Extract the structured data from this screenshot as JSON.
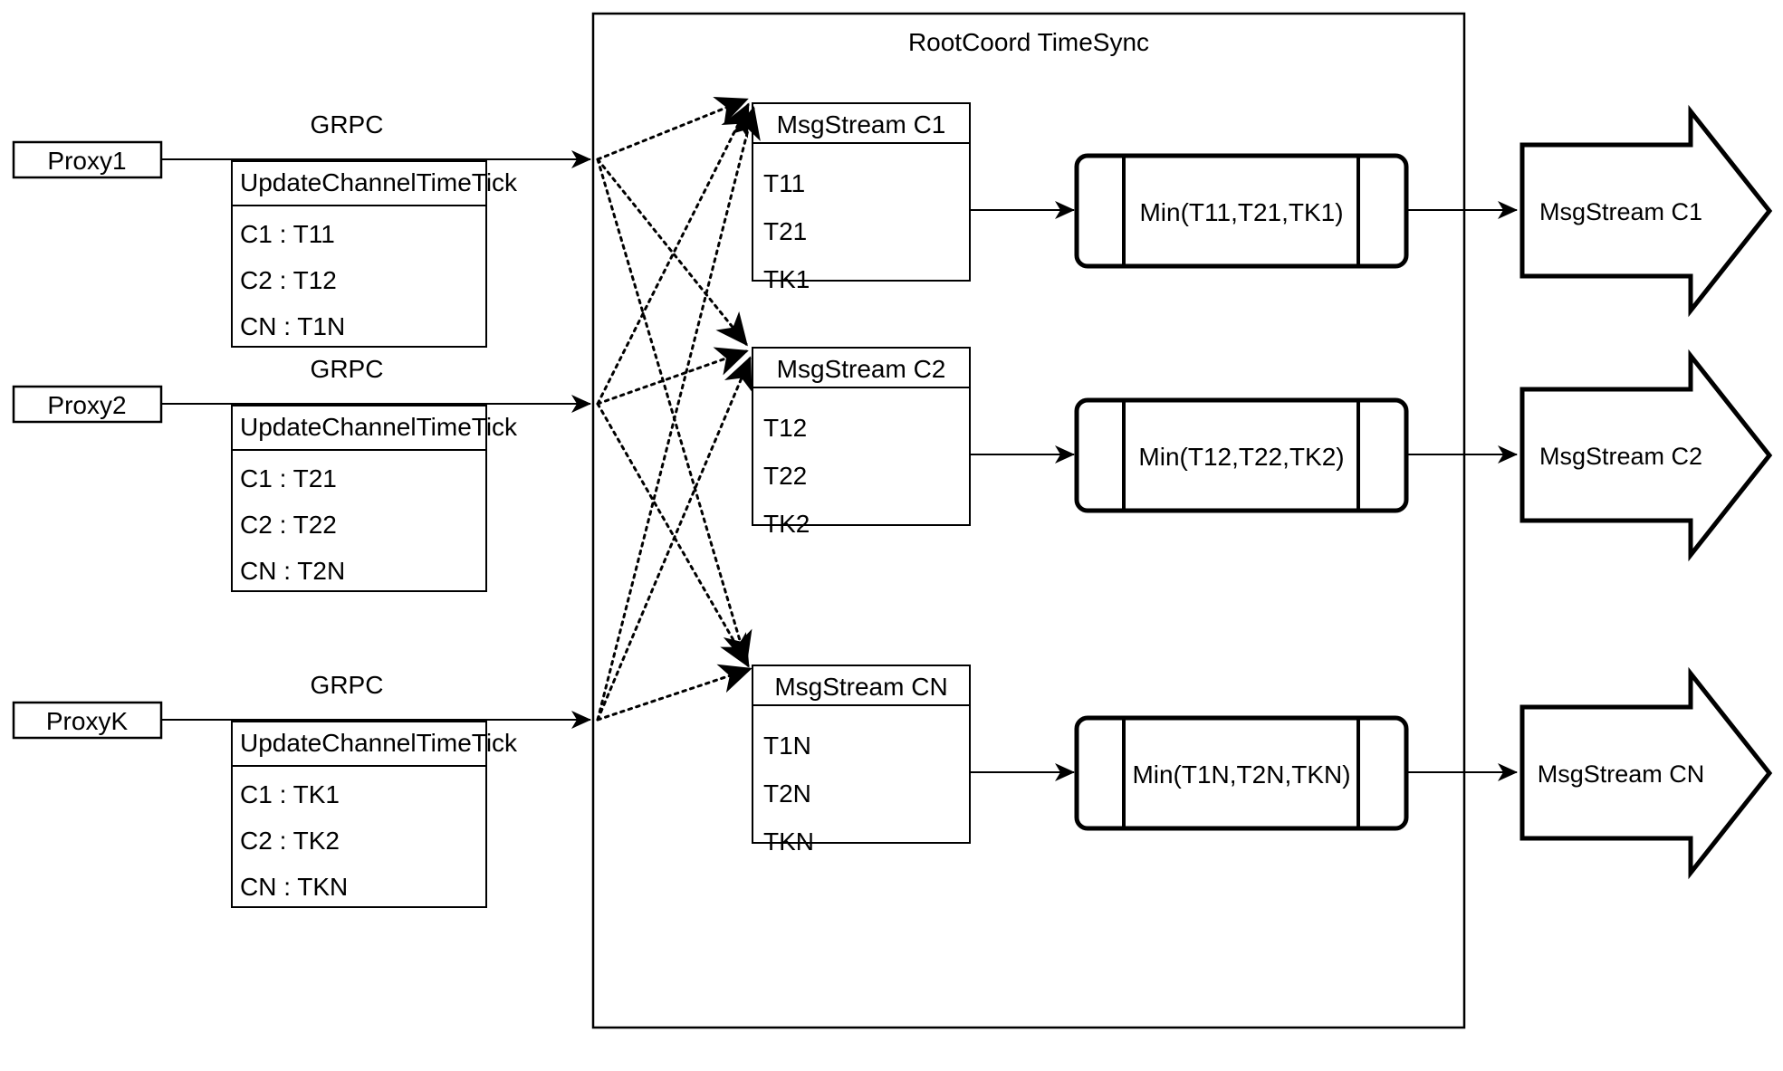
{
  "diagram": {
    "title": "RootCoord TimeSync",
    "container_label": "RootCoord TimeSync",
    "protocol_label": "GRPC",
    "rpc_title": "UpdateChannelTimeTick",
    "rows": [
      {
        "proxy": "Proxy1",
        "protocol": "GRPC",
        "rpc_title": "UpdateChannelTimeTick",
        "rpc_entries": [
          "C1 :  T11",
          "C2 :  T12",
          "CN : T1N"
        ],
        "msgstream_title": "MsgStream C1",
        "msgstream_items": [
          "T11",
          "T21",
          "TK1"
        ],
        "min_label": "Min(T11,T21,TK1)",
        "output_label": "MsgStream C1"
      },
      {
        "proxy": "Proxy2",
        "protocol": "GRPC",
        "rpc_title": "UpdateChannelTimeTick",
        "rpc_entries": [
          "C1 :  T21",
          "C2 :  T22",
          "CN : T2N"
        ],
        "msgstream_title": "MsgStream C2",
        "msgstream_items": [
          "T12",
          "T22",
          "TK2"
        ],
        "min_label": "Min(T12,T22,TK2)",
        "output_label": "MsgStream C2"
      },
      {
        "proxy": "ProxyK",
        "protocol": "GRPC",
        "rpc_title": "UpdateChannelTimeTick",
        "rpc_entries": [
          "C1 :  TK1",
          "C2 :  TK2",
          "CN : TKN"
        ],
        "msgstream_title": "MsgStream CN",
        "msgstream_items": [
          "T1N",
          "T2N",
          "TKN"
        ],
        "min_label": "Min(T1N,T2N,TKN)",
        "output_label": "MsgStream CN"
      }
    ],
    "colors": {
      "stroke": "#000000",
      "background": "#ffffff",
      "text": "#000000"
    }
  }
}
